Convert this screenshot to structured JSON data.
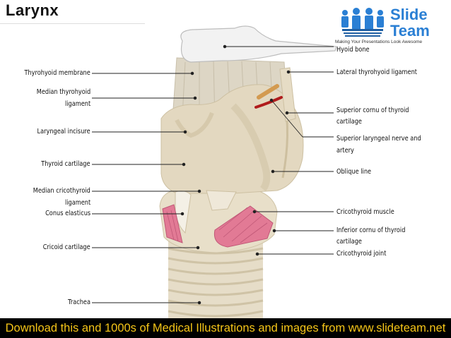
{
  "title": "Larynx",
  "logo": {
    "name_line1": "Slide",
    "name_line2": "Team",
    "tagline": "Making Your Presentations Look Awesome",
    "color": "#2a7fd4"
  },
  "labels_left": [
    "Thyrohyoid membrane",
    "Median thyrohyoid",
    "ligament",
    "Laryngeal incisure",
    "Thyroid cartilage",
    "Median cricothyroid",
    "ligament",
    "Conus elasticus",
    "Cricoid cartilage",
    "Trachea"
  ],
  "labels_right": [
    "Hyoid bone",
    "Lateral thyrohyoid ligament",
    "Superior cornu of thyroid",
    "cartilage",
    "Superior laryngeal nerve and",
    "artery",
    "Oblique line",
    "Cricothyroid muscle",
    "Inferior cornu of thyroid",
    "cartilage",
    "Cricothyroid joint"
  ],
  "footer": "Download this and 1000s of Medical Illustrations and images from www.slideteam.net",
  "colors": {
    "cartilage": "#e3d8c0",
    "membrane": "#d6d0c0",
    "muscle": "#e27a95",
    "nerve": "#b01c1c",
    "artery_tan": "#d39a50",
    "footer_bg": "#000000",
    "footer_text": "#f5c518"
  }
}
